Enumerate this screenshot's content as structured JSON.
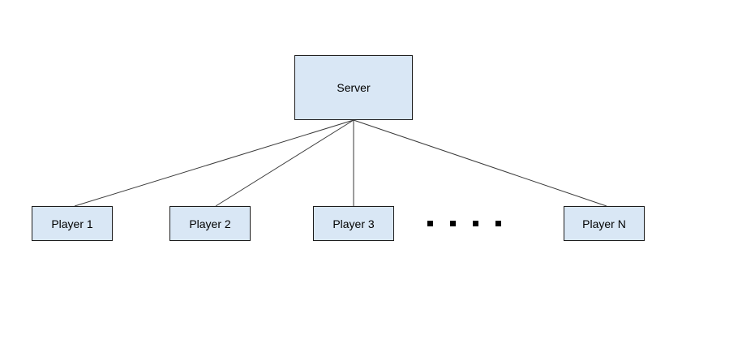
{
  "diagram": {
    "type": "network-topology",
    "nodes": {
      "server": {
        "label": "Server"
      },
      "players": [
        {
          "label": "Player 1"
        },
        {
          "label": "Player 2"
        },
        {
          "label": "Player 3"
        },
        {
          "label": "Player N"
        }
      ]
    },
    "edges": [
      {
        "from": "server",
        "to": "player-1"
      },
      {
        "from": "server",
        "to": "player-2"
      },
      {
        "from": "server",
        "to": "player-3"
      },
      {
        "from": "server",
        "to": "player-n"
      }
    ],
    "ellipsis": {
      "dot_count": 4
    },
    "colors": {
      "node_fill": "#d9e7f5",
      "node_border": "#1c1c1c",
      "connector": "#3a3a3a",
      "text": "#000000",
      "dot": "#000000",
      "background": "#ffffff"
    }
  }
}
